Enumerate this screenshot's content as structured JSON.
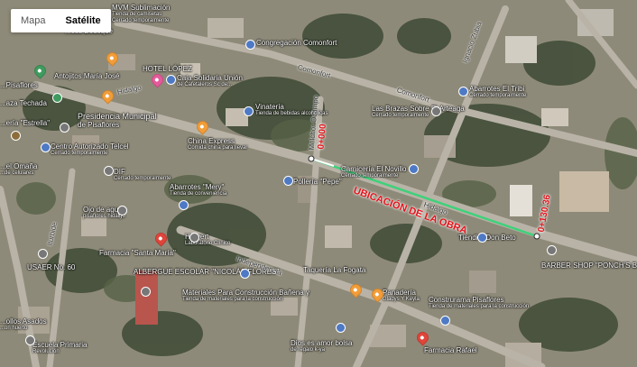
{
  "map_type_control": {
    "options": [
      "Mapa",
      "Satélite"
    ],
    "selected": "Satélite"
  },
  "labels": {
    "mvm": {
      "name": "MVM Sublimación",
      "sub": "Tienda de camisetas"
    },
    "cerrado_top": "Cerrado temporalmente",
    "boutique": "...cos Boutique",
    "congregacion": "Congregación Comonfort",
    "antojitos": "Antojitos María José",
    "hotel": "HOTEL LÓPEZ",
    "caja": {
      "name": "Caja Solidaria Unión",
      "sub": "de Cafetaleros Sc de..."
    },
    "pisaflores_top": "...Pisaflores",
    "plaza": "...aza Techada",
    "abarrotes_tribi": {
      "name": "Abarrotes El Tribi",
      "sub": "Cerrado temporalmente"
    },
    "vinateria": {
      "name": "Vinatería",
      "sub": "Tienda de bebidas alcohólicas"
    },
    "brazas": {
      "name": "Las Brazas Sobre El Arteaga",
      "sub": "Cerrado temporalmente"
    },
    "estrella": "...ería \"Estrella\"",
    "presidencia": {
      "name": "Presidencia Municipal",
      "sub": "de Pisaflores"
    },
    "china": {
      "name": "China Express",
      "sub": "Comida china para llevar"
    },
    "telcel": {
      "name": "Centro Autorizado Telcel",
      "sub": "Cerrado temporalmente"
    },
    "omana": {
      "name": "...el Omaña",
      "sub": "...de celulares"
    },
    "dif": {
      "name": "DIF",
      "sub": "Cerrado temporalmente"
    },
    "carniceria": {
      "name": "Carnicería El Novillo",
      "sub": "Cerrado temporalmente"
    },
    "polleria": "Pollería \"Pepe\"",
    "abarrotes_mery": {
      "name": "Abarrotes \"Mery\"",
      "sub": "Tienda de conveniencia"
    },
    "ojo": {
      "name": "Ojo de agua",
      "sub": "pisaflores hidalgo"
    },
    "tiendita": "Tiendita Don Beto",
    "hervert": {
      "name": "Hervert",
      "sub": "Laboratorio Clínico"
    },
    "farmacia_santa": "Farmacia \"Santa María\"",
    "usaer": "USAER No. 60",
    "albergue": "ALBERGUE ESCOLAR \"NICOLÁS FLORES\"",
    "barber": "BARBER SHOP \"PONCH'S BARBER'S",
    "taqueria": "Taquería La Fogata",
    "materiales": {
      "name": "Materiales Para Construcción Bañena y",
      "sub": "Tienda de materiales para la construcción"
    },
    "panaderia": {
      "name": "Panadería",
      "sub": "Gladys Y Keyla"
    },
    "construrama": {
      "name": "Construrama Pisaflores",
      "sub": "Tienda de materiales para la construcción"
    },
    "pollos": {
      "name": "...ollos Asados",
      "sub": "...on huerto"
    },
    "escuela": {
      "name": "Escuela Primaria",
      "sub": "Revolución"
    },
    "dios": {
      "name": "Dios es amor bolsa",
      "sub": "de regalo k-ya"
    },
    "farmacia_rafael": "Farmacia Rafael"
  },
  "streets": {
    "comonfort_1": "Comonfort",
    "comonfort_2": "Comonfort",
    "ignacio": "Ignacio Zubia",
    "hidalgo_1": "Hidalgo",
    "hidalgo_2": "Hidalgo",
    "melchor": "Melchor Ocampo",
    "independencia": "Independencia",
    "iturbide": "Iturbide"
  },
  "annotations": {
    "station_start": "0+000",
    "station_end": "0+130.36",
    "ubicacion": "UBICACIÓN DE LA OBRA"
  },
  "colors": {
    "annotation_red": "#e3131b",
    "route_green": "#3fd17a"
  }
}
